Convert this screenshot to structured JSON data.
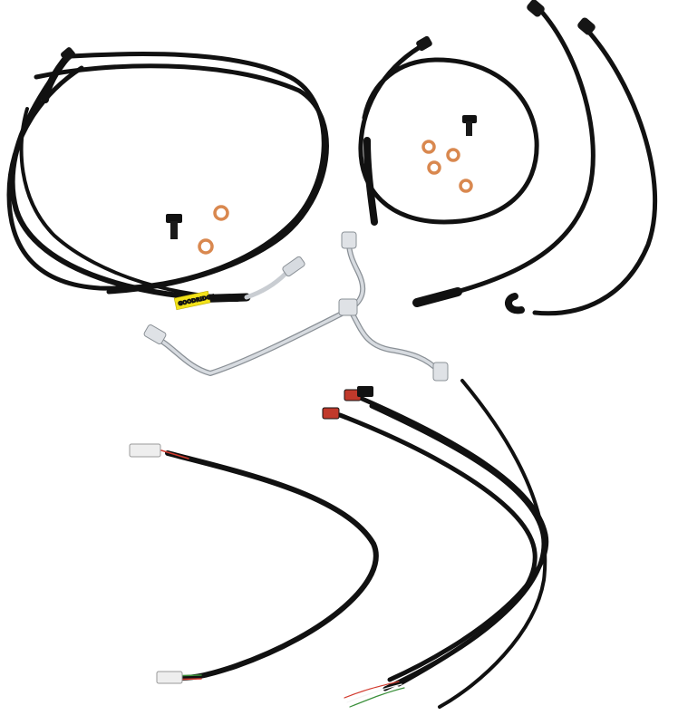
{
  "photo": {
    "background": "#ffffff",
    "colors": {
      "cable": "#101010",
      "cable_highlight": "#3a3a3a",
      "copper": "#d9884f",
      "chrome": "#c9cdd2",
      "chrome_dark": "#8a9096",
      "label_yellow": "#f2e21a",
      "connector_white": "#eeeeee",
      "connector_red": "#c0392b",
      "wire_red": "#d23b2f",
      "wire_green": "#3a8f3a",
      "wire_white": "#f5f5f5"
    },
    "label_text": "GOODRIDGE",
    "items": [
      "brake-line-long-coil",
      "brake-line-small-coil",
      "brake-line-straight-a",
      "brake-line-straight-b",
      "chrome-tee-manifold",
      "copper-crush-washers",
      "banjo-bolts",
      "wiring-harness-extension-left",
      "wiring-harness-extension-right"
    ]
  }
}
